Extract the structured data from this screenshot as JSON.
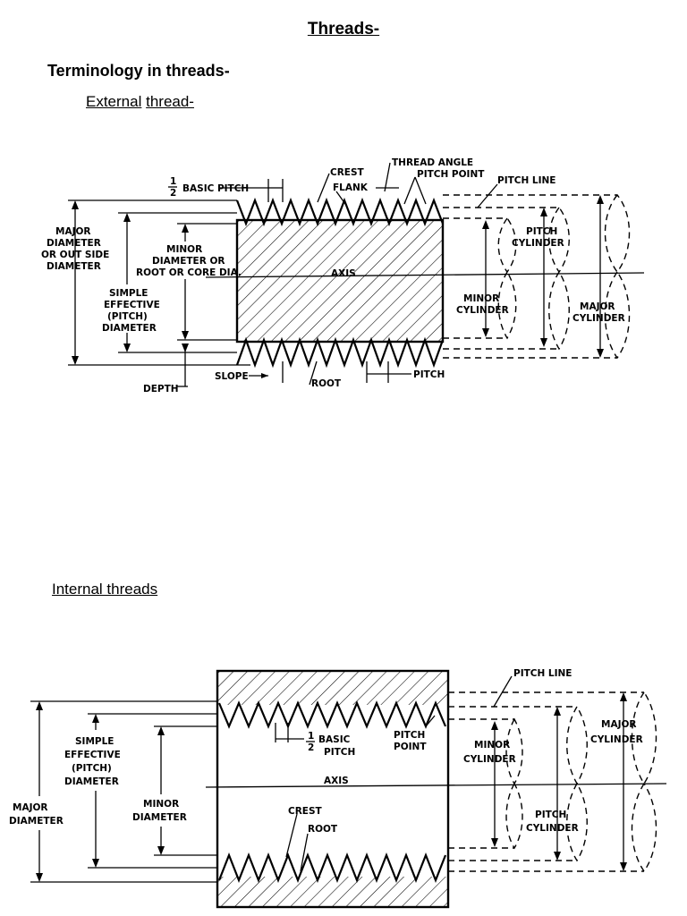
{
  "document": {
    "title": "Threads-",
    "terminology_heading": "Terminology in threads-",
    "external_heading_word1": "External",
    "external_heading_word2": "thread-",
    "internal_heading": "Internal threads"
  },
  "external_diagram": {
    "labels": {
      "half": "1",
      "half_den": "2",
      "basic_pitch": "BASIC PITCH",
      "crest": "CREST",
      "flank": "FLANK",
      "thread_angle": "THREAD ANGLE",
      "pitch_point": "PITCH POINT",
      "pitch_line": "PITCH LINE",
      "major_diameter_1": "MAJOR",
      "major_diameter_2": "DIAMETER",
      "major_diameter_3": "OR OUT SIDE",
      "major_diameter_4": "DIAMETER",
      "minor_diameter_1": "MINOR",
      "minor_diameter_2": "DIAMETER OR",
      "minor_diameter_3": "ROOT OR CORE DIA.",
      "simple_1": "SIMPLE",
      "simple_2": "EFFECTIVE",
      "simple_3": "(PITCH)",
      "simple_4": "DIAMETER",
      "axis": "AXIS",
      "pitch_cylinder_1": "PITCH",
      "pitch_cylinder_2": "CYLINDER",
      "minor_cylinder_1": "MINOR",
      "minor_cylinder_2": "CYLINDER",
      "major_cylinder_1": "MAJOR",
      "major_cylinder_2": "CYLINDER",
      "depth": "DEPTH",
      "slope": "SLOPE",
      "root": "ROOT",
      "pitch": "PITCH"
    }
  },
  "internal_diagram": {
    "labels": {
      "pitch_line": "PITCH LINE",
      "major_cylinder_1": "MAJOR",
      "major_cylinder_2": "CYLINDER",
      "simple_1": "SIMPLE",
      "simple_2": "EFFECTIVE",
      "simple_3": "(PITCH)",
      "simple_4": "DIAMETER",
      "half": "1",
      "half_den": "2",
      "basic_pitch_1": "BASIC",
      "basic_pitch_2": "PITCH",
      "pitch_point_1": "PITCH",
      "pitch_point_2": "POINT",
      "minor_cylinder_1": "MINOR",
      "minor_cylinder_2": "CYLINDER",
      "axis": "AXIS",
      "major_diameter_1": "MAJOR",
      "major_diameter_2": "DIAMETER",
      "minor_diameter_1": "MINOR",
      "minor_diameter_2": "DIAMETER",
      "crest": "CREST",
      "root": "ROOT",
      "pitch_cylinder_1": "PITCH",
      "pitch_cylinder_2": "CYLINDER"
    }
  }
}
